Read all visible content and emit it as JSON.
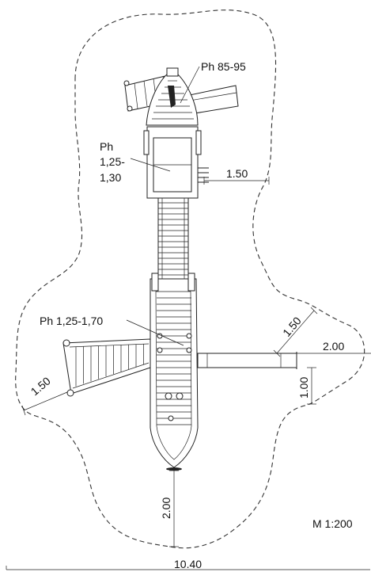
{
  "labels": {
    "ph_top": "Ph 85-95",
    "ph_mid_1": "Ph",
    "ph_mid_2": "1,25-",
    "ph_mid_3": "1,30",
    "ph_center": "Ph 1,25-1,70"
  },
  "dimensions": {
    "d_150_right_top": "1.50",
    "d_150_diag_right": "1.50",
    "d_200_right": "2.00",
    "d_100_right": "1.00",
    "d_150_left": "1.50",
    "d_200_bottom": "2.00",
    "d_1040": "10.40"
  },
  "scale": "M 1:200"
}
